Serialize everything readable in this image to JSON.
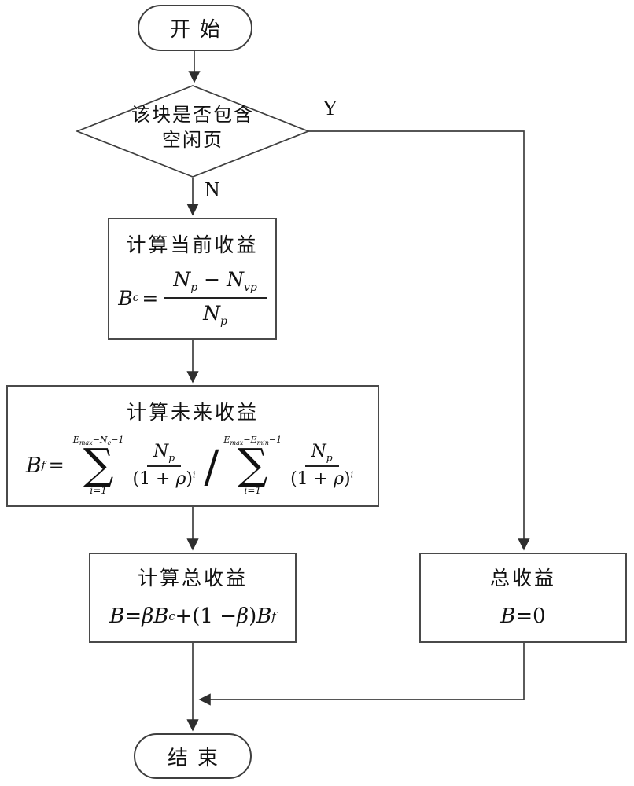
{
  "colors": {
    "line": "#3f3f3f",
    "border": "#4a4a4a",
    "text": "#111111",
    "background": "#ffffff"
  },
  "flowchart": {
    "start": {
      "label": "开始"
    },
    "decision": {
      "line1": "该块是否包含",
      "line2": "空闲页"
    },
    "labels": {
      "yes": "Y",
      "no": "N"
    },
    "box_current": {
      "title": "计算当前收益",
      "formula": {
        "lhs": "B",
        "lhs_sub": "c",
        "eq": "=",
        "num_t1": "N",
        "num_s1": "p",
        "num_op": "−",
        "num_t2": "N",
        "num_s2": "vp",
        "den_t1": "N",
        "den_s1": "p"
      }
    },
    "box_future": {
      "title": "计算未来收益",
      "formula": {
        "lhs": "B",
        "lhs_sub": "f",
        "eq": "=",
        "sum1_u1": "E",
        "sum1_us1": "max",
        "sum1_uo1": "−",
        "sum1_u2": "N",
        "sum1_us2": "e",
        "sum1_uo2": "−1",
        "sum1_sigma": "∑",
        "sum1_lower": "i=1",
        "frac1_n1": "N",
        "frac1_ns1": "p",
        "frac1_d1": "(1 + ",
        "frac1_rho": "ρ",
        "frac1_d2": ")",
        "frac1_sup": "i",
        "slash": "/",
        "sum2_u1": "E",
        "sum2_us1": "max",
        "sum2_uo1": "−",
        "sum2_u2": "E",
        "sum2_us2": "min",
        "sum2_uo2": "−1",
        "sum2_sigma": "∑",
        "sum2_lower": "i=1",
        "frac2_n1": "N",
        "frac2_ns1": "p",
        "frac2_d1": "(1 + ",
        "frac2_rho": "ρ",
        "frac2_d2": ")",
        "frac2_sup": "i"
      }
    },
    "box_total": {
      "title": "计算总收益",
      "formula": {
        "b1": "B",
        "eq": "=",
        "beta1": "β",
        "b2": "B",
        "b2_sub": "c",
        "plus": " + ",
        "lp": "(1 − ",
        "beta2": "β",
        "rp": ")",
        "b3": "B",
        "b3_sub": "f"
      }
    },
    "box_zero": {
      "title": "总收益",
      "formula": {
        "b": "B",
        "eq_zero": "=0"
      }
    },
    "end": {
      "label": "结束"
    }
  }
}
